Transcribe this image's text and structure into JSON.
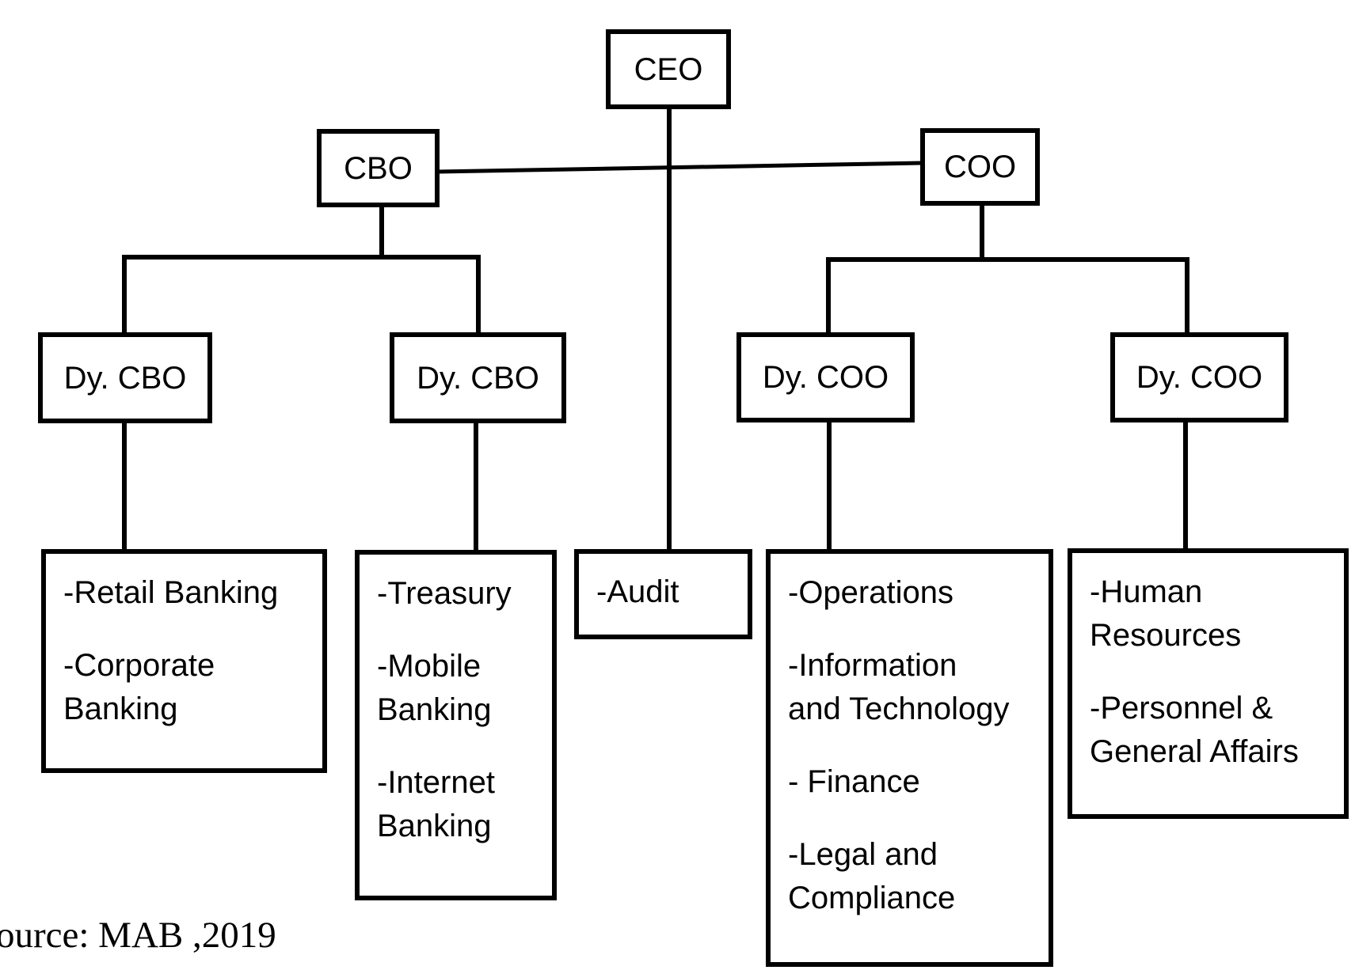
{
  "org_chart": {
    "nodes": {
      "ceo": {
        "label": "CEO"
      },
      "cbo": {
        "label": "CBO"
      },
      "coo": {
        "label": "COO"
      },
      "dy_cbo_1": {
        "label": "Dy. CBO"
      },
      "dy_cbo_2": {
        "label": "Dy. CBO"
      },
      "dy_coo_1": {
        "label": "Dy. COO"
      },
      "dy_coo_2": {
        "label": "Dy. COO"
      }
    },
    "departments": {
      "retail": {
        "items": [
          "-Retail Banking",
          "-Corporate\nBanking"
        ]
      },
      "treasury": {
        "items": [
          "-Treasury",
          "-Mobile\nBanking",
          "-Internet\nBanking"
        ]
      },
      "audit": {
        "items": [
          "-Audit"
        ]
      },
      "operations": {
        "items": [
          "-Operations",
          "-Information\nand Technology",
          "- Finance",
          "-Legal and\nCompliance"
        ]
      },
      "hr": {
        "items": [
          "-Human\nResources",
          "-Personnel &\nGeneral Affairs"
        ]
      }
    },
    "source_note": "ource: MAB ,2019",
    "colors": {
      "line": "#000000",
      "background": "#ffffff",
      "text": "#000000"
    }
  }
}
